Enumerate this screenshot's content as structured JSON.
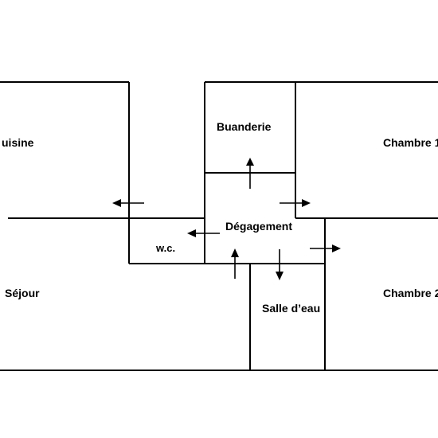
{
  "rooms": {
    "cuisine": "uisine",
    "buanderie": "Buanderie",
    "chambre1": "Chambre 1",
    "degagement": "Dégagement",
    "wc": "w.c.",
    "sejour": "Séjour",
    "salle_eau": "Salle d’eau",
    "chambre2": "Chambre 2"
  },
  "colors": {
    "line": "#000000",
    "background": "#ffffff"
  }
}
